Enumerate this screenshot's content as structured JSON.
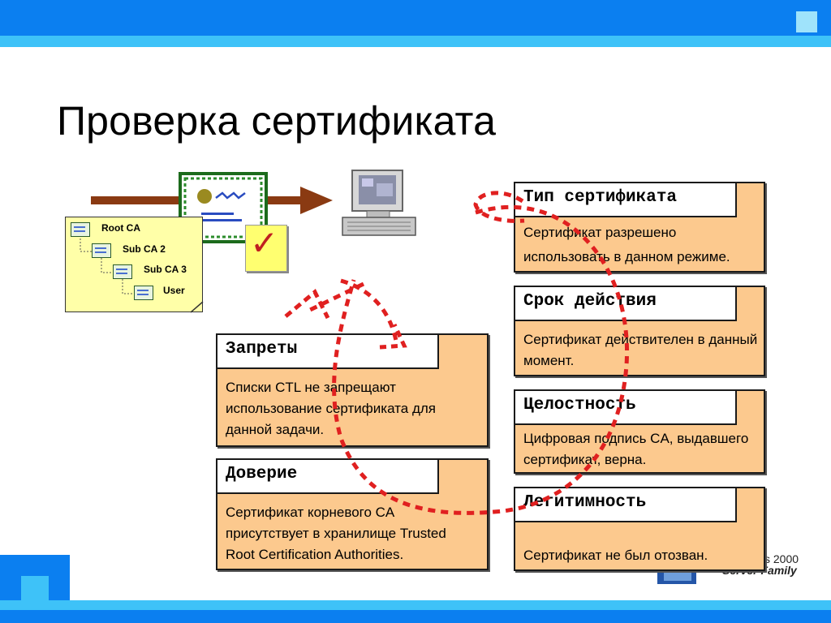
{
  "title": "Проверка сертификата",
  "colors": {
    "accent_blue": "#0b7ff0",
    "light_blue": "#3ec2f8",
    "card_fill": "#fcc98e",
    "arrow_red": "#e02020",
    "note_yellow": "#ffffa8"
  },
  "tree": {
    "root": "Root CA",
    "sub2": "Sub CA 2",
    "sub3": "Sub CA 3",
    "user": "User"
  },
  "icons": {
    "certificate": "certificate-icon",
    "check": "check-icon",
    "computer": "computer-icon",
    "arrow": "right-arrow-icon"
  },
  "check_glyph": "✓",
  "cards": {
    "cert_type": {
      "header": "Тип сертификата",
      "body": "Сертификат разрешено использовать в данном режиме."
    },
    "validity": {
      "header": "Срок действия",
      "body": "Сертификат действителен в данный момент."
    },
    "integrity": {
      "header": "Целостность",
      "body": "Цифровая подпись CA, выдавшего сертификат, верна."
    },
    "legitimacy": {
      "header": "Легитимность",
      "body": "Сертификат не был отозван."
    },
    "bans": {
      "header": "Запреты",
      "body": "Списки CTL не запрещают использование сертификата для данной задачи."
    },
    "trust": {
      "header": "Доверие",
      "body": "Сертификат корневого CA присутствует в хранилище Trusted Root Certification Authorities."
    }
  },
  "logo": {
    "line1": "s 2000",
    "line2": "Server Family"
  }
}
